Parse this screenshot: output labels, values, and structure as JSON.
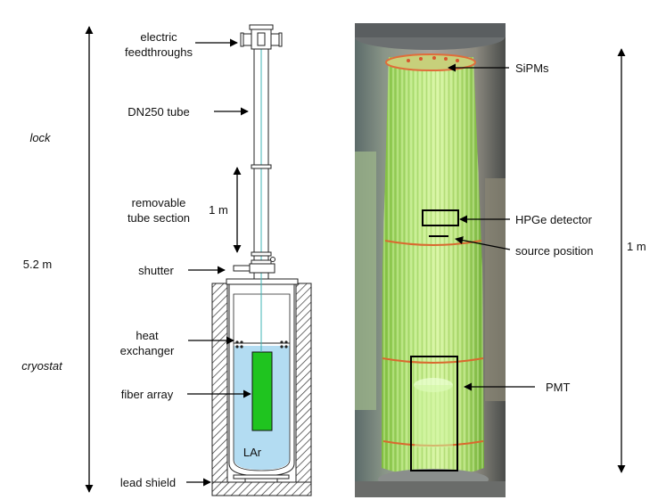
{
  "left_panel": {
    "labels": {
      "electric_feedthroughs_line1": "electric",
      "electric_feedthroughs_line2": "feedthroughs",
      "dn250_tube": "DN250 tube",
      "removable_line1": "removable",
      "removable_line2": "tube section",
      "one_m": "1 m",
      "shutter": "shutter",
      "heat_exchanger_line1": "heat",
      "heat_exchanger_line2": "exchanger",
      "fiber_array": "fiber array",
      "lead_shield": "lead shield",
      "lar": "LAr",
      "lock": "lock",
      "cryostat": "cryostat",
      "total_height": "5.2 m"
    }
  },
  "right_panel": {
    "labels": {
      "sipms": "SiPMs",
      "hpge_detector": "HPGe detector",
      "source_position": "source position",
      "pmt": "PMT",
      "scale": "1 m"
    }
  },
  "colors": {
    "lar_fill": "#b3dcf2",
    "fiber_green": "#1fc41f",
    "hatch": "#333333",
    "photo_green": "#b6e27a"
  }
}
